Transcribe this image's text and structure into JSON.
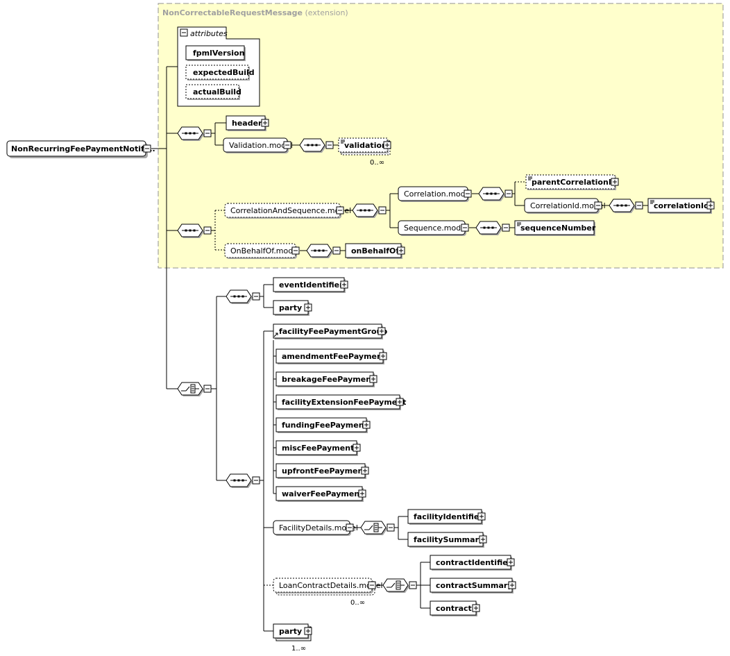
{
  "extension": {
    "name": "NonCorrectableRequestMessage",
    "suffix": "(extension)"
  },
  "root": {
    "label": "NonRecurringFeePaymentNotifi..."
  },
  "attributes": {
    "title": "attributes",
    "items": [
      "fpmlVersion",
      "expectedBuild",
      "actualBuild"
    ]
  },
  "elements": {
    "header": "header",
    "validation_model": "Validation.model",
    "validation": "validation",
    "correlation_and_sequence_model": "CorrelationAndSequence.model",
    "correlation_model": "Correlation.model",
    "parent_correlation_id": "parentCorrelationId",
    "correlation_id_model": "CorrelationId.model",
    "correlation_id": "correlationId",
    "sequence_model": "Sequence.model",
    "sequence_number": "sequenceNumber",
    "on_behalf_of_model": "OnBehalfOf.model",
    "on_behalf_of": "onBehalfOf",
    "event_identifier": "eventIdentifier",
    "party": "party",
    "facility_fee_payment_group": "facilityFeePaymentGroup",
    "fee_payments": [
      "amendmentFeePayment",
      "breakageFeePayment",
      "facilityExtensionFeePayment",
      "fundingFeePayment",
      "miscFeePayment",
      "upfrontFeePayment",
      "waiverFeePayment"
    ],
    "facility_details_model": "FacilityDetails.model",
    "facility_identifier": "facilityIdentifier",
    "facility_summary": "facilitySummary",
    "loan_contract_details_model": "LoanContractDetails.model",
    "contract_identifier": "contractIdentifier",
    "contract_summary": "contractSummary",
    "contract": "contract",
    "party_bottom": "party"
  },
  "occurrences": {
    "validation": "0..∞",
    "loan_contract_details": "0..∞",
    "party_bottom": "1..∞"
  },
  "colors": {
    "extension_fill": "#ffffcc",
    "extension_border": "#909090",
    "extension_title": "#a0a0a0"
  }
}
